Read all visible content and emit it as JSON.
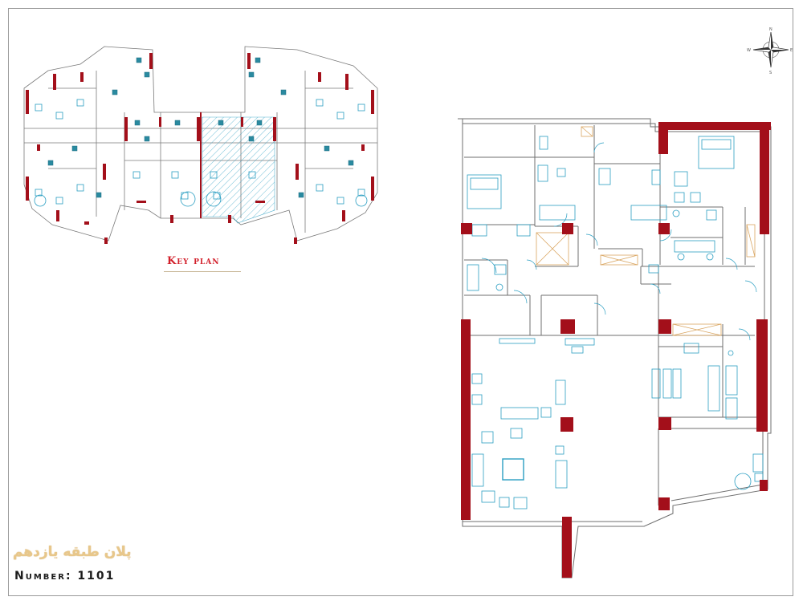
{
  "key_plan": {
    "label": "Key plan"
  },
  "title_persian": "پلان طبقه یازدهم",
  "sheet_number": "Number: 1101",
  "compass": {
    "north": "N",
    "south": "S",
    "east": "E",
    "west": "W"
  },
  "colors": {
    "wall": "#a30f1a",
    "line": "#6f6f6f",
    "furniture": "#2a9ec2",
    "hatch": "#2a9ec2",
    "key_label": "#d21f2a",
    "title": "#e8c78a"
  }
}
